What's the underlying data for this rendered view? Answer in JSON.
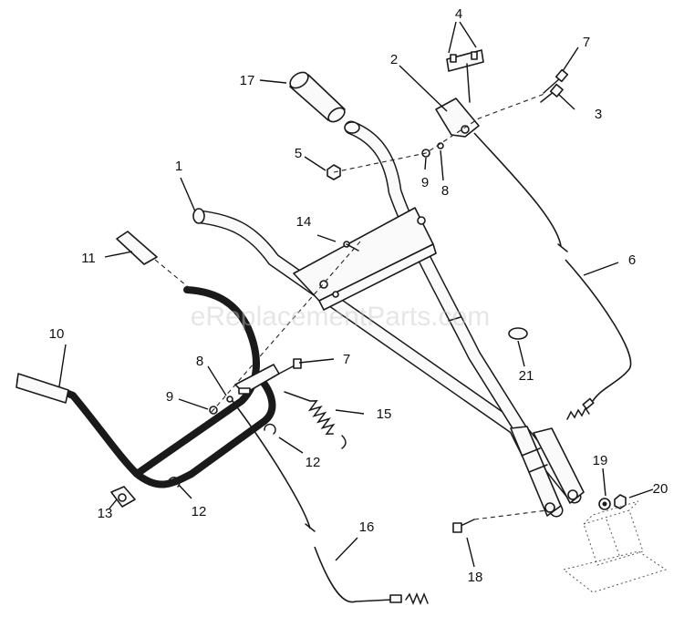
{
  "watermark": "eReplacementParts.com",
  "callouts": {
    "c1": "1",
    "c2": "2",
    "c3": "3",
    "c4": "4",
    "c5": "5",
    "c6": "6",
    "c7a": "7",
    "c7b": "7",
    "c8a": "8",
    "c8b": "8",
    "c9a": "9",
    "c9b": "9",
    "c10": "10",
    "c11": "11",
    "c12a": "12",
    "c12b": "12",
    "c13": "13",
    "c14": "14",
    "c15": "15",
    "c16": "16",
    "c17": "17",
    "c18": "18",
    "c19": "19",
    "c20": "20",
    "c21": "21"
  },
  "colors": {
    "line": "#1a1a1a",
    "paper": "#ffffff",
    "watermark": "#c8c8c8"
  }
}
